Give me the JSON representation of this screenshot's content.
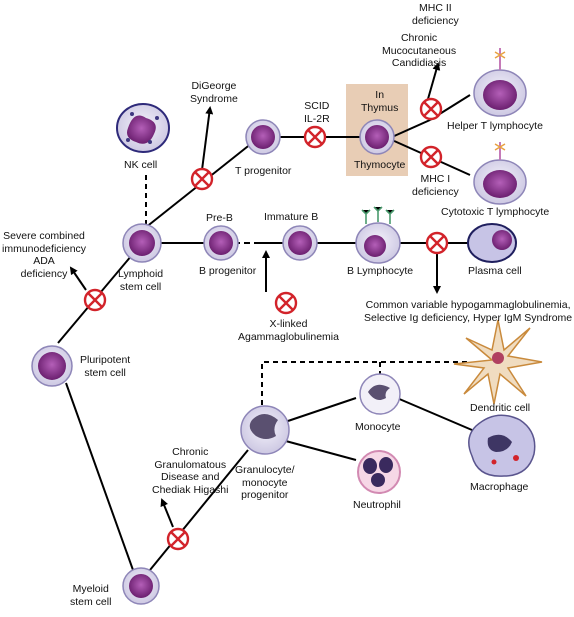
{
  "colors": {
    "background": "#ffffff",
    "thymus_box": "#e8cdb5",
    "cell_purple": "#7b2a7b",
    "cell_inner": "#a24aa8",
    "membrane": "#d8d4ea",
    "block_red": "#d2232a",
    "line": "#000000"
  },
  "labels": {
    "pluripotent": [
      "Pluripotent",
      "stem cell"
    ],
    "lymphoid": [
      "Lymphoid",
      "stem cell"
    ],
    "myeloid": [
      "Myeloid",
      "stem cell"
    ],
    "scid_ada": [
      "Severe combined",
      "immunodeficiency",
      "ADA",
      "deficiency"
    ],
    "nk_cell": "NK cell",
    "digeorge": [
      "DiGeorge",
      "Syndrome"
    ],
    "t_progenitor": "T progenitor",
    "scid_il2r": [
      "SCID",
      "IL-2R"
    ],
    "in_thymus": [
      "In",
      "Thymus"
    ],
    "thymocyte": "Thymocyte",
    "mhc2": [
      "MHC II",
      "deficiency"
    ],
    "cmc": [
      "Chronic",
      "Mucocutaneous",
      "Candidiasis"
    ],
    "helper_t": "Helper T lymphocyte",
    "mhc1": [
      "MHC I",
      "deficiency"
    ],
    "cytotoxic_t": "Cytotoxic T lymphocyte",
    "pre_b": "Pre-B",
    "b_progenitor": "B progenitor",
    "immature_b": "Immature B",
    "b_lymphocyte": "B Lymphocyte",
    "plasma_cell": "Plasma cell",
    "x_linked": [
      "X-linked",
      "Agammaglobulinemia"
    ],
    "cvid": [
      "Common variable hypogammaglobulinemia,",
      "Selective Ig deficiency, Hyper IgM Syndrome"
    ],
    "cgd": [
      "Chronic",
      "Granulomatous",
      "Disease and",
      "Chediak Higashi"
    ],
    "gran_mono": [
      "Granulocyte/",
      "monocyte",
      "progenitor"
    ],
    "monocyte": "Monocyte",
    "neutrophil": "Neutrophil",
    "dendritic": "Dendritic cell",
    "macrophage": "Macrophage"
  }
}
